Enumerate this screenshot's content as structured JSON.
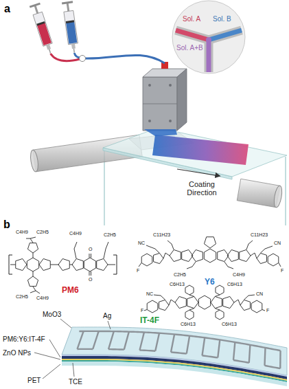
{
  "diagram": {
    "nodes": [
      {
        "text": [
          "Sol. A",
          "Sol. B",
          "Sol. A+B"
        ]
      }
    ],
    "labels": [
      "a",
      "Coating Direction",
      "b",
      "PM6",
      "Y6",
      "IT-4F",
      "C4H9",
      "C2H5",
      "C4H9",
      "C2H5",
      "C2H5",
      "C4H9",
      "O",
      "O",
      "C11H23",
      "C11H23",
      "C2H5",
      "C4H9",
      "NC",
      "CN",
      "F",
      "F",
      "C6H13",
      "C6H13",
      "C6H13",
      "C6H13",
      "NC",
      "CN",
      "F",
      "F",
      "MoO3",
      "Ag",
      "PM6:Y6:IT-4F",
      "ZnO NPs",
      "PET",
      "TCE"
    ]
  }
}
